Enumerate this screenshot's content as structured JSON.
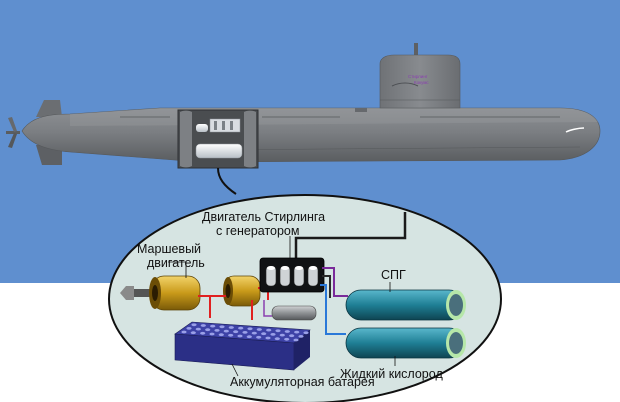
{
  "diagram": {
    "labels": {
      "stirling_engine": [
        "Двигатель Стирлинга",
        "с генератором"
      ],
      "propulsion_motor": [
        "Маршевый",
        "двигатель"
      ],
      "lng": "СПГ",
      "liquid_oxygen": "Жидкий кислород",
      "battery": "Аккумуляторная батарея"
    },
    "sail_marking": [
      "Стирлинг",
      "Кокумс"
    ],
    "colors": {
      "sky": "#5f8fcf",
      "hull": "#76797c",
      "callout_bubble": "#d6e4e2",
      "battery": "#2b2f86",
      "motor_gold": "#c99a1a",
      "tanks": "#1f7f95",
      "pipe_red": "#e02020",
      "pipe_blue": "#2a78d8",
      "pipe_purple": "#7a2a9a"
    }
  }
}
